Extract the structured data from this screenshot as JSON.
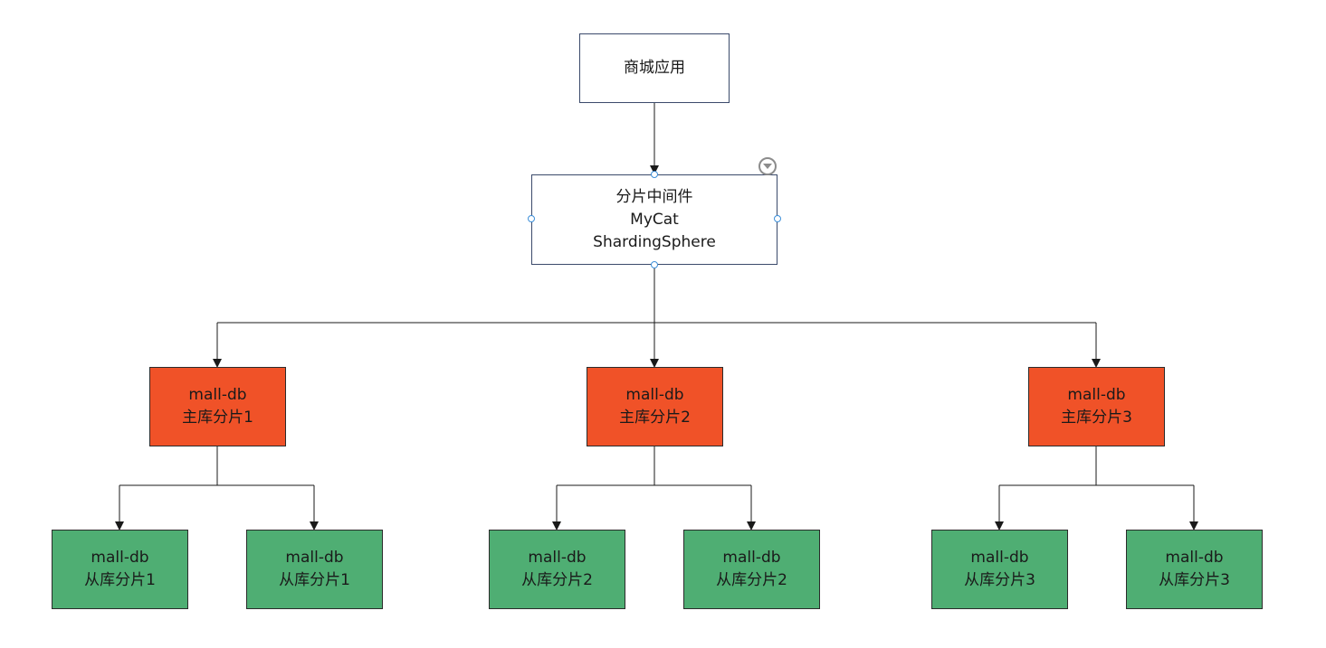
{
  "colors": {
    "master": "#f05228",
    "slave": "#4fae73",
    "line": "#1a1a1a"
  },
  "nodes": {
    "app": {
      "line1": "商城应用"
    },
    "middleware": {
      "line1": "分片中间件",
      "line2": "MyCat",
      "line3": "ShardingSphere"
    },
    "masters": [
      {
        "line1": "mall-db",
        "line2": "主库分片1"
      },
      {
        "line1": "mall-db",
        "line2": "主库分片2"
      },
      {
        "line1": "mall-db",
        "line2": "主库分片3"
      }
    ],
    "slaves": [
      {
        "line1": "mall-db",
        "line2": "从库分片1"
      },
      {
        "line1": "mall-db",
        "line2": "从库分片1"
      },
      {
        "line1": "mall-db",
        "line2": "从库分片2"
      },
      {
        "line1": "mall-db",
        "line2": "从库分片2"
      },
      {
        "line1": "mall-db",
        "line2": "从库分片3"
      },
      {
        "line1": "mall-db",
        "line2": "从库分片3"
      }
    ]
  },
  "ui": {
    "menu_icon": "chevron-down-circle-icon"
  }
}
